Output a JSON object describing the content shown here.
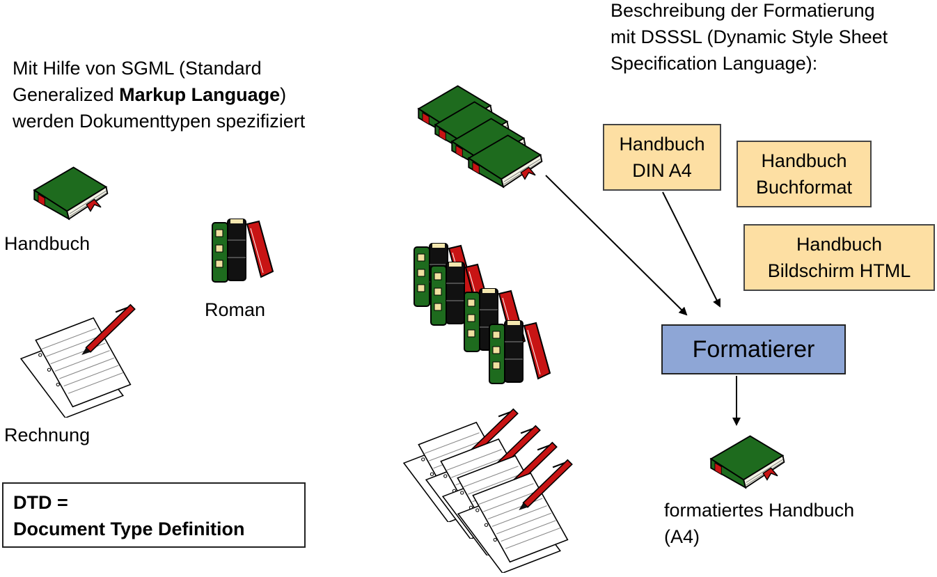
{
  "intro": {
    "line1": "Mit Hilfe von SGML (Standard",
    "line2_prefix": "Generalized ",
    "line2_bold": "Markup Language",
    "line2_suffix": ")",
    "line3": "werden Dokumenttypen spezifiziert"
  },
  "dsssl": {
    "line1": "Beschreibung der Formatierung",
    "line2": "mit DSSSL (Dynamic Style Sheet",
    "line3": "Specification Language):"
  },
  "doc_types": {
    "handbuch": "Handbuch",
    "roman": "Roman",
    "rechnung": "Rechnung"
  },
  "format_boxes": [
    {
      "line1": "Handbuch",
      "line2": "DIN A4"
    },
    {
      "line1": "Handbuch",
      "line2": "Buchformat"
    },
    {
      "line1": "Handbuch",
      "line2": "Bildschirm HTML"
    }
  ],
  "formatierer": "Formatierer",
  "output": {
    "line1": "formatiertes Handbuch",
    "line2": "(A4)"
  },
  "dtd": {
    "line1": "DTD =",
    "line2": "Document Type Definition"
  },
  "colors": {
    "book_green": "#1e6b1e",
    "book_red": "#c81414",
    "box_orange": "#fddfa3",
    "box_blue": "#8ea6d6"
  },
  "icons": [
    "book-icon",
    "novel-books-icon",
    "invoice-pages-icon"
  ]
}
